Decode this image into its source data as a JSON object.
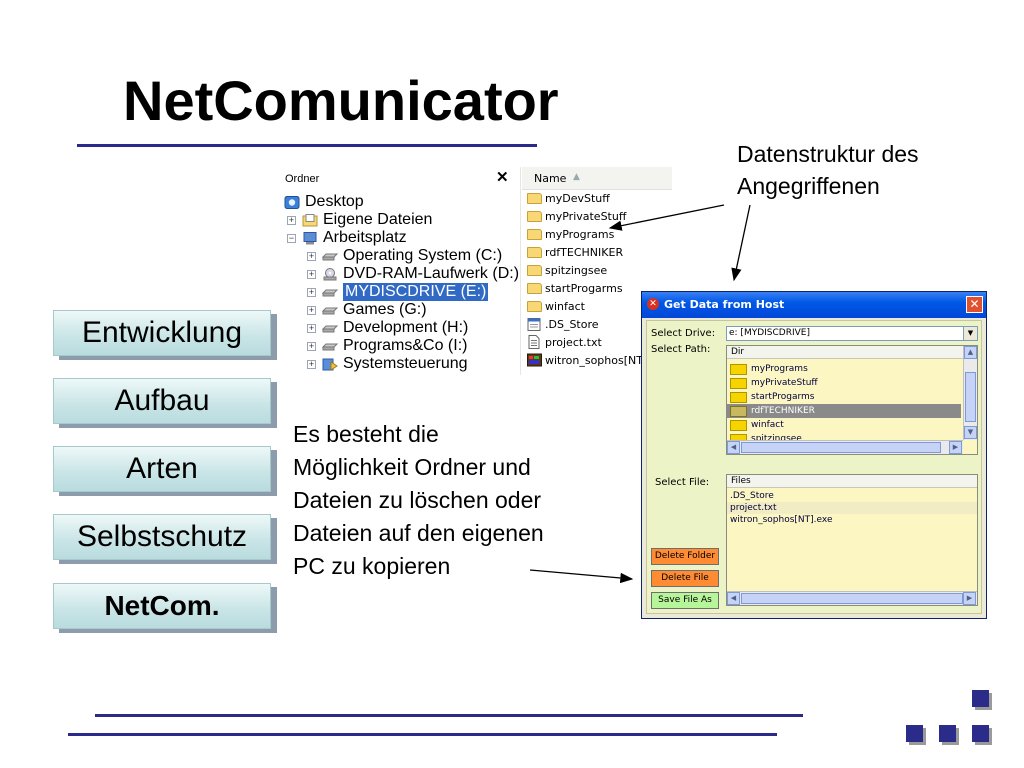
{
  "title": "NetComunicator",
  "nav": {
    "items": [
      "Entwicklung",
      "Aufbau",
      "Arten",
      "Selbstschutz",
      "NetCom."
    ],
    "active": "NetCom."
  },
  "explorer": {
    "tree_header": "Ordner",
    "list_header": "Name",
    "tree": [
      {
        "label": "Desktop",
        "icon": "desktop-icon"
      },
      {
        "label": "Eigene Dateien",
        "icon": "documents-folder-icon"
      },
      {
        "label": "Arbeitsplatz",
        "icon": "computer-icon"
      },
      {
        "label": "Operating System (C:)",
        "icon": "drive-icon"
      },
      {
        "label": "DVD-RAM-Laufwerk (D:)",
        "icon": "dvd-drive-icon"
      },
      {
        "label": "MYDISCDRIVE (E:)",
        "icon": "drive-icon"
      },
      {
        "label": "Games (G:)",
        "icon": "drive-icon"
      },
      {
        "label": "Development (H:)",
        "icon": "drive-icon"
      },
      {
        "label": "Programs&Co (I:)",
        "icon": "drive-icon"
      },
      {
        "label": "Systemsteuerung",
        "icon": "control-panel-icon"
      }
    ],
    "files": [
      {
        "name": "myDevStuff",
        "icon": "folder-icon"
      },
      {
        "name": "myPrivateStuff",
        "icon": "folder-icon"
      },
      {
        "name": "myPrograms",
        "icon": "folder-icon"
      },
      {
        "name": "rdfTECHNIKER",
        "icon": "folder-icon"
      },
      {
        "name": "spitzingsee",
        "icon": "folder-icon"
      },
      {
        "name": "startProgarms",
        "icon": "folder-icon"
      },
      {
        "name": "winfact",
        "icon": "folder-icon"
      },
      {
        "name": ".DS_Store",
        "icon": "file-icon"
      },
      {
        "name": "project.txt",
        "icon": "text-file-icon"
      },
      {
        "name": "witron_sophos[NT]",
        "icon": "exe-icon"
      }
    ]
  },
  "notes": {
    "structure": [
      "Datenstruktur des",
      "Angegriffenen"
    ],
    "description": [
      "Es besteht die",
      "Möglichkeit Ordner und",
      "Dateien zu löschen oder",
      "Dateien auf den eigenen",
      "PC zu kopieren"
    ]
  },
  "dialog": {
    "title": "Get Data from Host",
    "select_drive_label": "Select Drive:",
    "drive_value": "e: [MYDISCDRIVE]",
    "select_path_label": "Select Path:",
    "dir_header": "Dir",
    "dirs": [
      "myPrograms",
      "myPrivateStuff",
      "startProgarms",
      "rdfTECHNIKER",
      "winfact",
      "spitzingsee"
    ],
    "selected_dir": "rdfTECHNIKER",
    "select_file_label": "Select File:",
    "files_header": "Files",
    "files": [
      ".DS_Store",
      "project.txt",
      "witron_sophos[NT].exe"
    ],
    "buttons": {
      "delete_folder": "Delete Folder",
      "delete_file": "Delete File",
      "save_file_as": "Save File As"
    }
  },
  "colors": {
    "accent_rule": "#2a2a8c",
    "dialog_title": "#0058e6",
    "dialog_body": "#ecf3c6",
    "list_bg": "#fcf6c3",
    "delete_btn": "#ff8b33",
    "save_btn": "#b6f59a"
  }
}
